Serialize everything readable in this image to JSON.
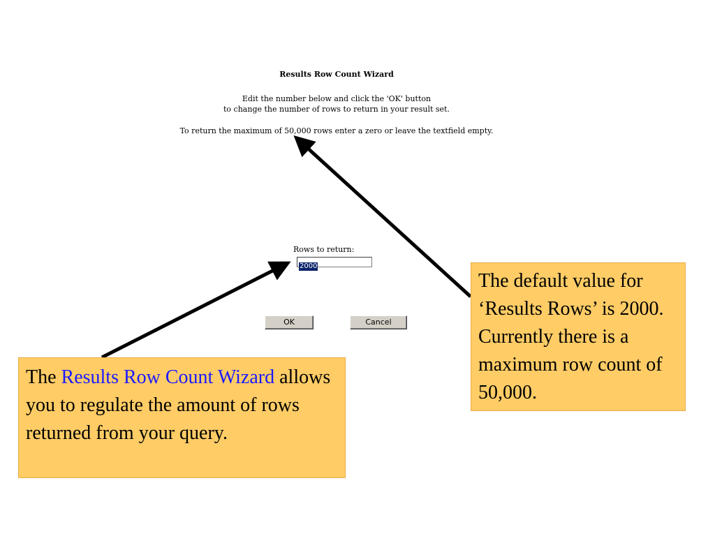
{
  "dialog": {
    "title": "Results Row Count Wizard",
    "instruction_line1": "Edit the number below and click the 'OK' button",
    "instruction_line2": "to change the number of rows to return in your result set.",
    "max_note": "To return the maximum of 50,000 rows enter a zero or leave the textfield empty.",
    "rows_label": "Rows to return:",
    "rows_value": "2000",
    "ok_label": "OK",
    "cancel_label": "Cancel"
  },
  "callouts": {
    "left_prefix": "The ",
    "left_highlight": "Results Row Count Wizard",
    "left_rest": "allows you to regulate the amount of rows returned from your query.",
    "right_text": "The default value for ‘Results Rows’ is 2000.  Currently there is a maximum row count of 50,000."
  },
  "colors": {
    "callout_background": "#ffcc66",
    "highlight_text": "#1a1aff",
    "arrow": "#000000"
  }
}
